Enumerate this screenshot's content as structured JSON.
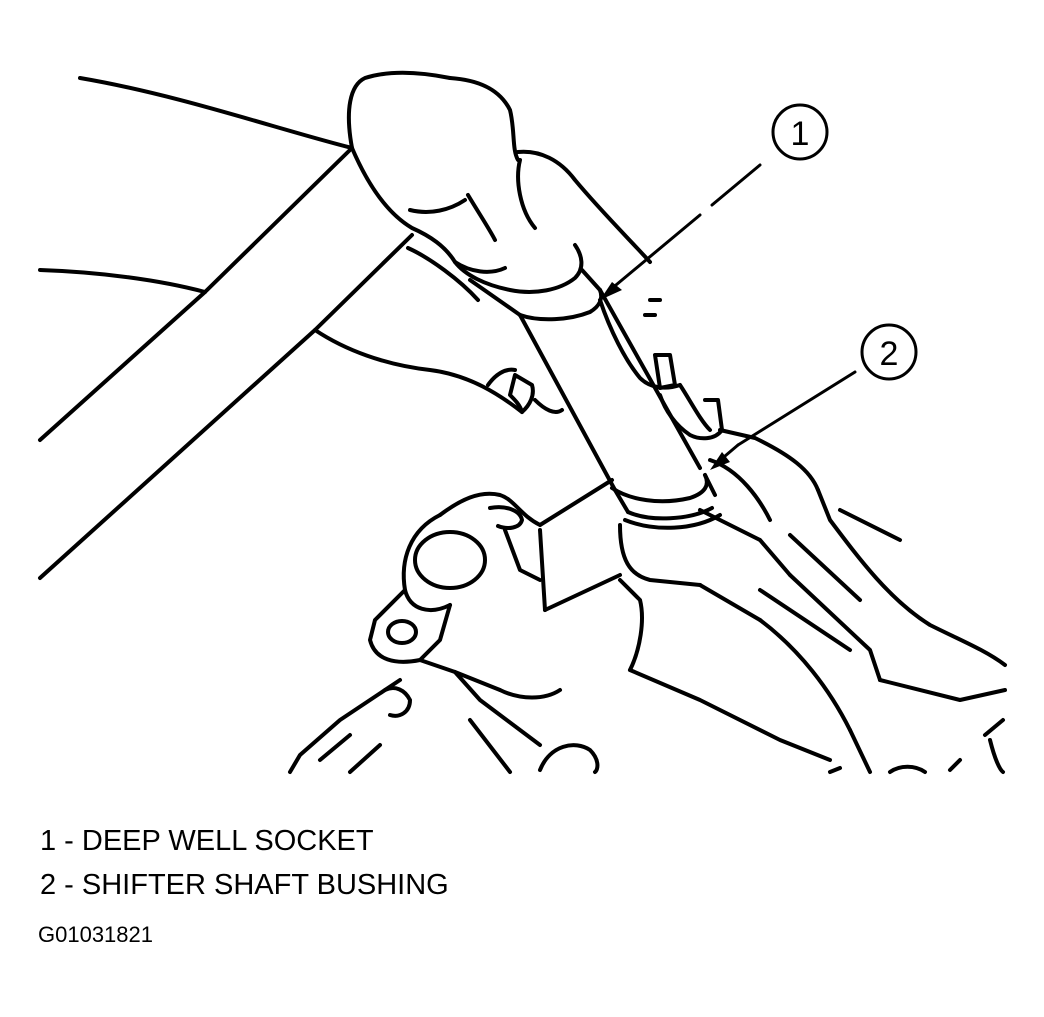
{
  "callouts": [
    {
      "number": "1",
      "name": "DEEP WELL SOCKET"
    },
    {
      "number": "2",
      "name": "SHIFTER SHAFT BUSHING"
    }
  ],
  "legend": [
    {
      "text": "1 - DEEP WELL SOCKET"
    },
    {
      "text": "2 - SHIFTER SHAFT BUSHING"
    }
  ],
  "figure_id": "G01031821",
  "colors": {
    "line": "#000000",
    "background": "#ffffff"
  }
}
